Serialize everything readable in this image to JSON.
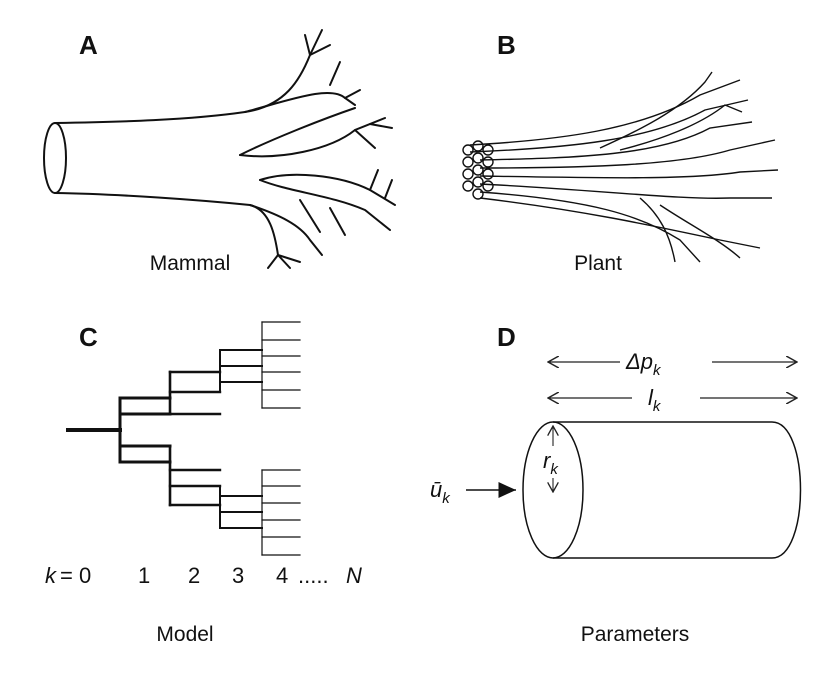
{
  "panels": {
    "a": {
      "label": "A",
      "caption": "Mammal"
    },
    "b": {
      "label": "B",
      "caption": "Plant"
    },
    "c": {
      "label": "C",
      "caption": "Model"
    },
    "d": {
      "label": "D",
      "caption": "Parameters"
    }
  },
  "model_axis": {
    "prefix_var": "k",
    "prefix_eq": "= 0",
    "levels": [
      "1",
      "2",
      "3",
      "4"
    ],
    "ellipsis": ".....",
    "last": "N"
  },
  "parameters": {
    "pressure": {
      "main": "Δp",
      "sub": "k"
    },
    "length": {
      "main": "l",
      "sub": "k"
    },
    "radius": {
      "main": "r",
      "sub": "k"
    },
    "velocity": {
      "main": "ū",
      "sub": "k"
    }
  }
}
